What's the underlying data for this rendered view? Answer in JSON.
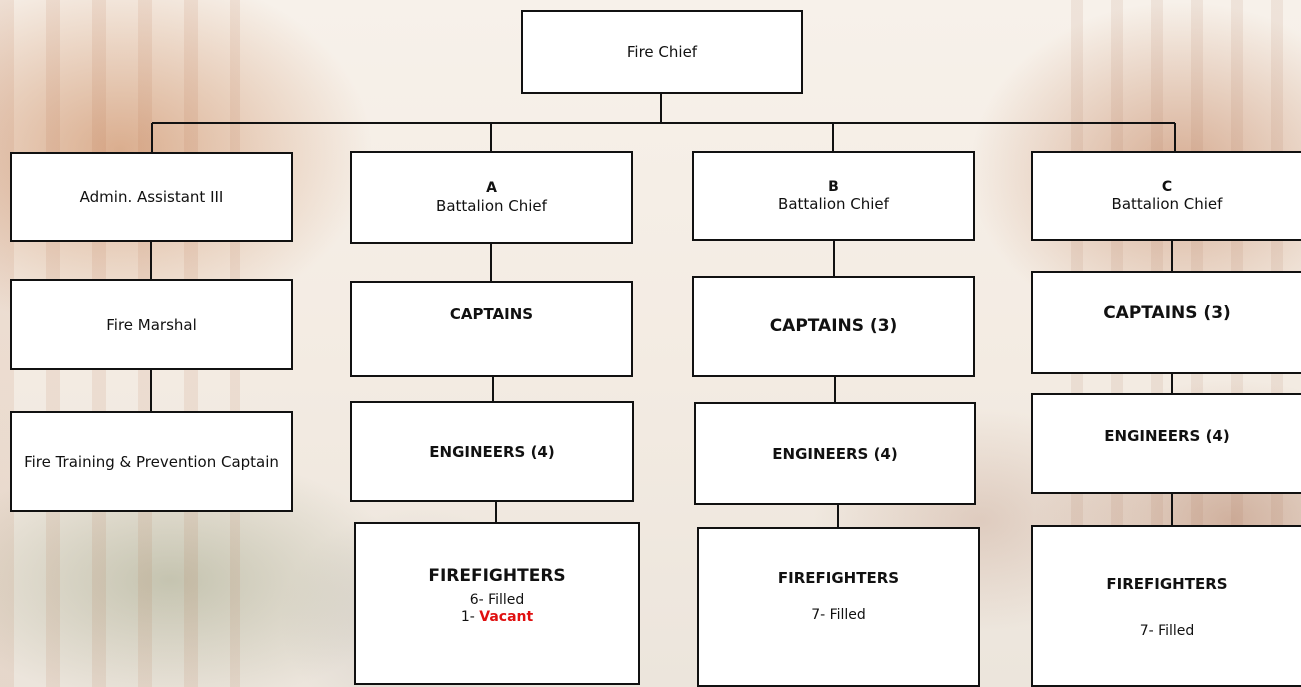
{
  "chief": {
    "title": "Fire Chief"
  },
  "admin_column": {
    "assistant": "Admin. Assistant III",
    "marshal": "Fire Marshal",
    "training_captain": "Fire Training & Prevention Captain"
  },
  "battalions": [
    {
      "letter": "A",
      "chief_label": "Battalion Chief",
      "captains": "CAPTAINS",
      "engineers": "ENGINEERS (4)",
      "firefighters_title": "FIREFIGHTERS",
      "filled": "6- Filled",
      "vacant_prefix": "1- ",
      "vacant_word": "Vacant"
    },
    {
      "letter": "B",
      "chief_label": "Battalion Chief",
      "captains": "CAPTAINS (3)",
      "engineers": "ENGINEERS (4)",
      "firefighters_title": "FIREFIGHTERS",
      "filled": "7- Filled"
    },
    {
      "letter": "C",
      "chief_label": "Battalion Chief",
      "captains": "CAPTAINS (3)",
      "engineers": "ENGINEERS (4)",
      "firefighters_title": "FIREFIGHTERS",
      "filled": "7- Filled"
    }
  ],
  "colors": {
    "vacant": "#e01010",
    "box_border": "#111111"
  }
}
